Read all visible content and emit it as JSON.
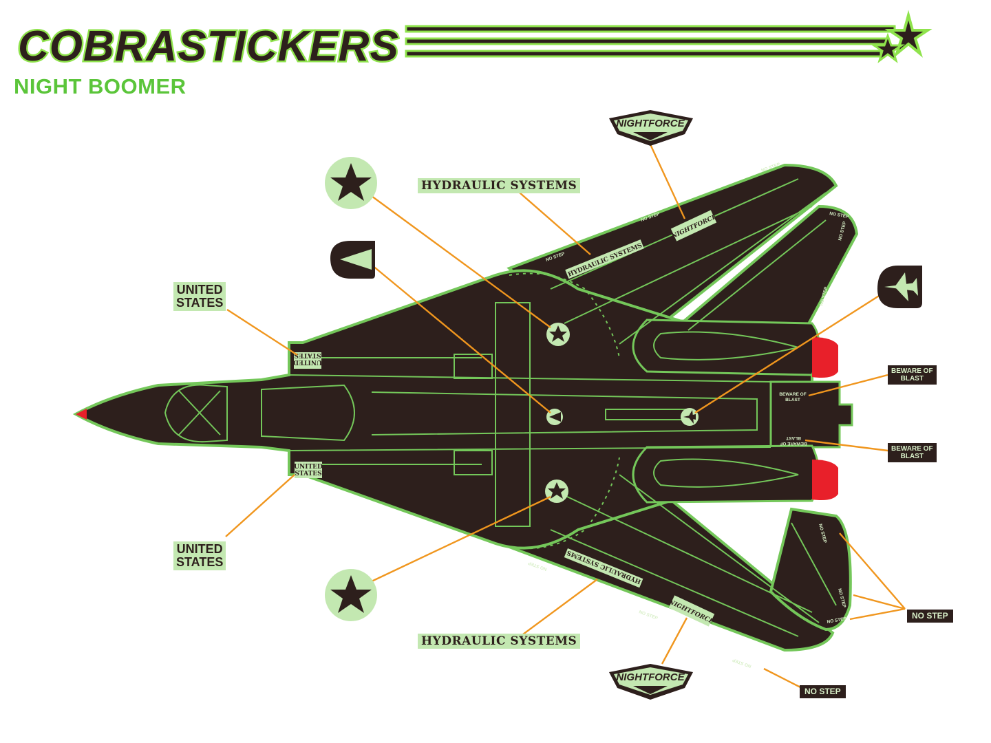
{
  "header": {
    "brand": "COBRASTICKERS",
    "subtitle": "NIGHT BOOMER"
  },
  "labels": {
    "united_states_top": [
      "UNITED",
      "STATES"
    ],
    "united_states_bottom": [
      "UNITED",
      "STATES"
    ],
    "hydraulic_top": "HYDRAULIC SYSTEMS",
    "hydraulic_bottom": "HYDRAULIC SYSTEMS",
    "beware_top": [
      "BEWARE OF",
      "BLAST"
    ],
    "beware_bottom": [
      "BEWARE OF",
      "BLAST"
    ],
    "no_step_right": "NO STEP",
    "no_step_bottom": "NO STEP",
    "nightforce_top": "NIGHTFORCE",
    "nightforce_bottom": "NIGHTFORCE"
  },
  "decals": {
    "no_step": "NO STEP",
    "hydraulic": "HYDRAULIC SYSTEMS",
    "united_states": [
      "UNITED",
      "STATES"
    ],
    "beware": [
      "BEWARE OF",
      "BLAST"
    ],
    "nightforce": "NIGHTFORCE"
  },
  "colors": {
    "body": "#2d1f1c",
    "outline": "#74c75a",
    "leader": "#f0961e",
    "label_bg": "#c3e8b1",
    "accent": "#5bc53a",
    "exhaust": "#e8202a"
  }
}
